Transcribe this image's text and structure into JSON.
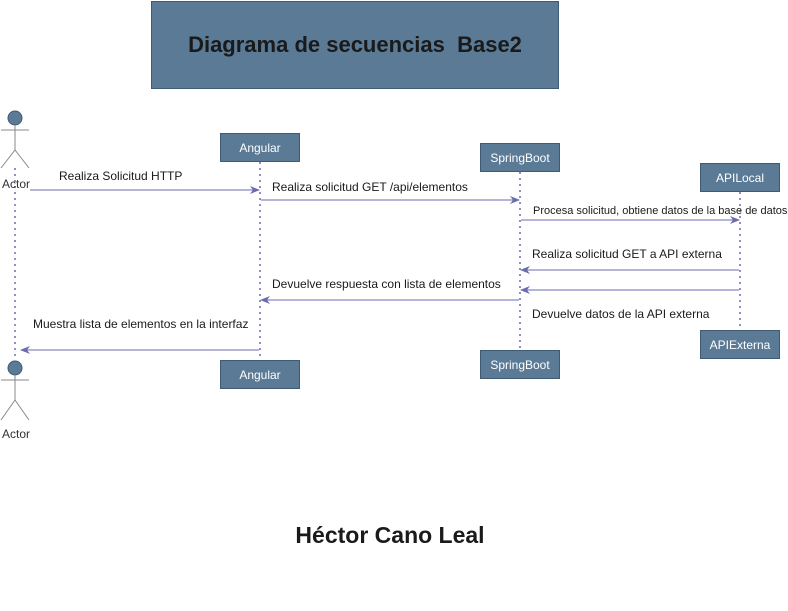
{
  "title": "Diagrama de secuencias  Base2",
  "participants": {
    "actor": "Actor",
    "angular": "Angular",
    "springboot": "SpringBoot",
    "apilocal": "APILocal",
    "apiexterna": "APIExterna"
  },
  "messages": [
    "Realiza Solicitud HTTP",
    "Realiza solicitud GET /api/elementos",
    "Procesa solicitud, obtiene datos de la base de datos",
    "Realiza solicitud GET a API externa",
    "Devuelve datos de la API externa",
    "Devuelve respuesta con lista de elementos",
    "Muestra lista de elementos en la interfaz"
  ],
  "author": "Héctor Cano Leal",
  "colors": {
    "box_fill": "#5a7a96",
    "line": "#6b6bb0",
    "actor_stroke": "#888888"
  }
}
